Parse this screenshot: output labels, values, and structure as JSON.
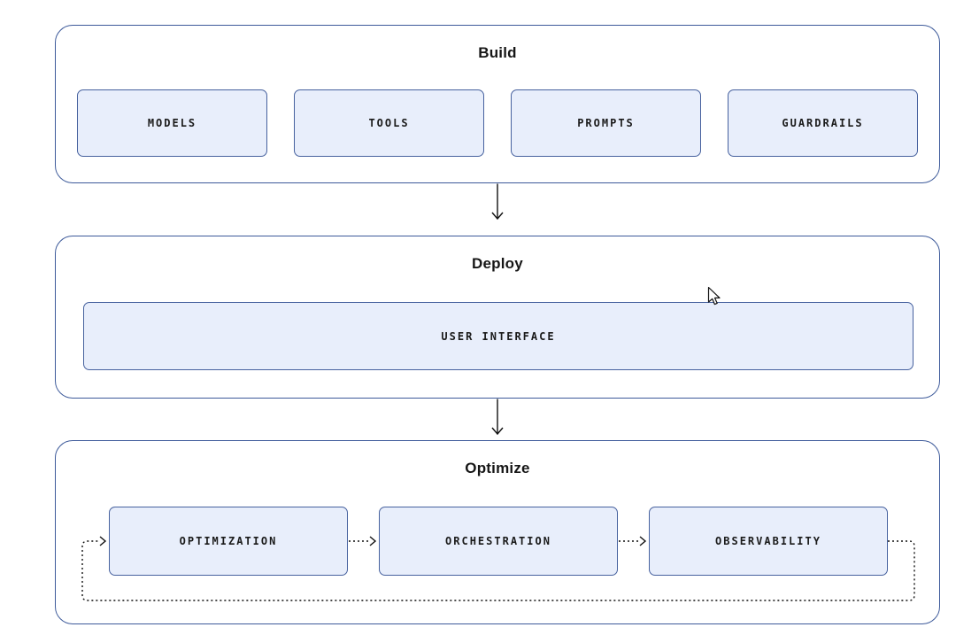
{
  "sections": [
    {
      "title": "Build",
      "boxes": [
        "MODELS",
        "TOOLS",
        "PROMPTS",
        "GUARDRAILS"
      ]
    },
    {
      "title": "Deploy",
      "boxes": [
        "USER INTERFACE"
      ]
    },
    {
      "title": "Optimize",
      "boxes": [
        "OPTIMIZATION",
        "ORCHESTRATION",
        "OBSERVABILITY"
      ]
    }
  ],
  "connectors": {
    "build_to_deploy": "arrow-down",
    "deploy_to_optimize": "arrow-down",
    "optimization_to_orchestration": "dotted-arrow-right",
    "orchestration_to_observability": "dotted-arrow-right",
    "observability_to_optimization": "dotted-feedback-loop"
  },
  "icons": {
    "cursor": "mouse-cursor-icon"
  },
  "colors": {
    "box_fill": "#e8eefb",
    "box_border": "#46619e",
    "container_border": "#3d5a9a",
    "arrow": "#111111",
    "title_text": "#161616",
    "label_text": "#1a1a1a",
    "background": "#ffffff"
  }
}
